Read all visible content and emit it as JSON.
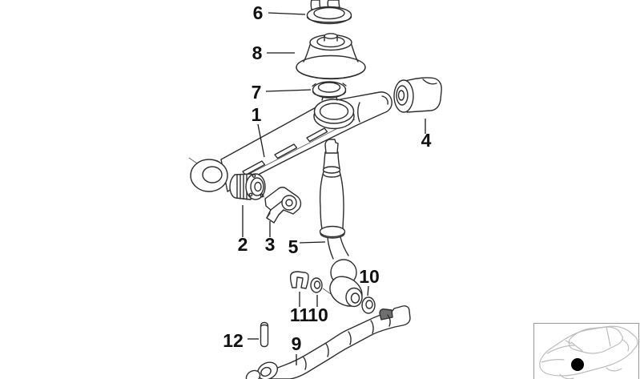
{
  "diagram": {
    "callouts": [
      {
        "id": "callout-6",
        "label": "6"
      },
      {
        "id": "callout-8",
        "label": "8"
      },
      {
        "id": "callout-7",
        "label": "7"
      },
      {
        "id": "callout-1",
        "label": "1"
      },
      {
        "id": "callout-4",
        "label": "4"
      },
      {
        "id": "callout-2",
        "label": "2"
      },
      {
        "id": "callout-3",
        "label": "3"
      },
      {
        "id": "callout-5",
        "label": "5"
      },
      {
        "id": "callout-10-right",
        "label": "10"
      },
      {
        "id": "callout-11",
        "label": "11"
      },
      {
        "id": "callout-10-left",
        "label": "10"
      },
      {
        "id": "callout-12",
        "label": "12"
      },
      {
        "id": "callout-9",
        "label": "9"
      }
    ],
    "colors": {
      "background": "#ffffff",
      "line": "#2e2e2e",
      "label_text": "#111111",
      "inset_border": "#999999",
      "car_outline": "#bdbdbd",
      "location_marker": "#000000"
    },
    "inset": {
      "icon": "car-silhouette-icon",
      "marker": "location-dot-icon"
    }
  }
}
